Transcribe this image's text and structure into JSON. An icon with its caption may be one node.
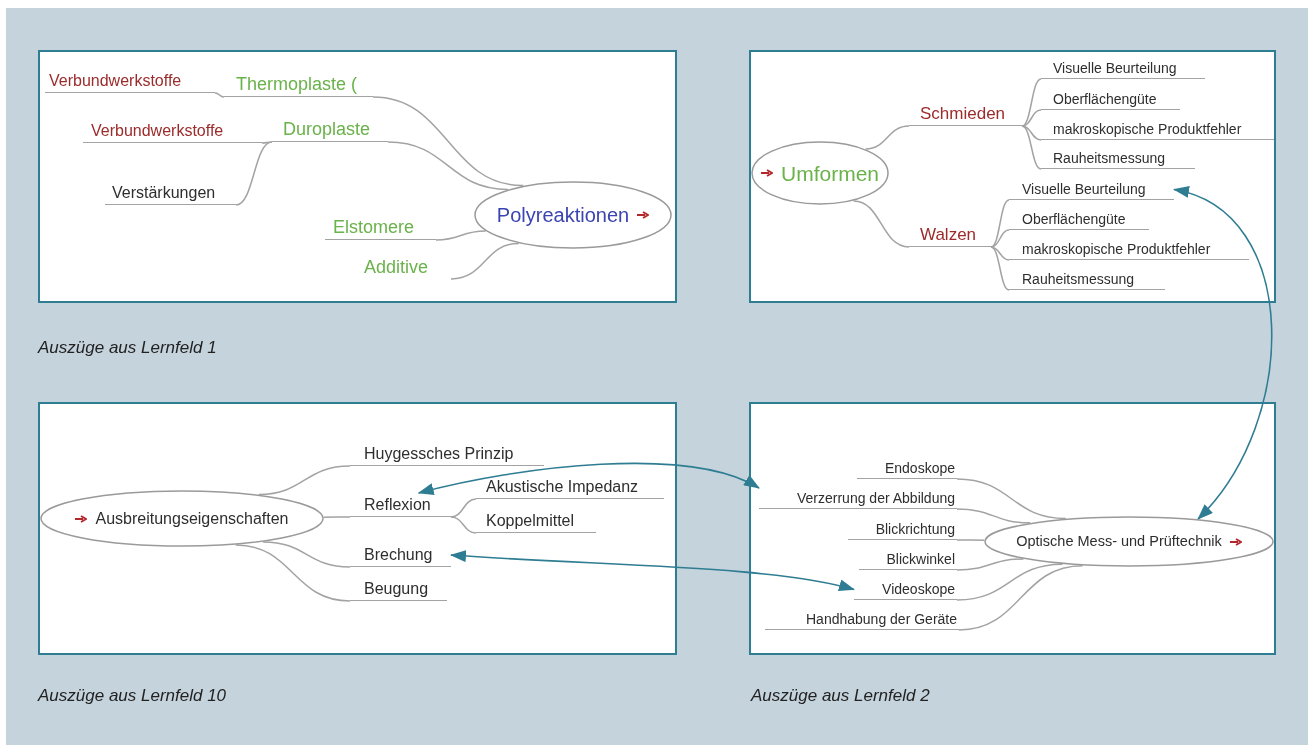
{
  "diagram": {
    "nodes": [
      {
        "text": [],
        "shape": "box",
        "beside": [
          "Auszüge aus Lernfeld 1"
        ]
      },
      {
        "text": [
          "Verbundwerkstoffe"
        ],
        "in": 0
      },
      {
        "text": [
          "Thermoplaste ("
        ],
        "in": 0
      },
      {
        "text": [
          "Verbundwerkstoffe"
        ],
        "in": 0
      },
      {
        "text": [
          "Duroplaste"
        ],
        "in": 0
      },
      {
        "text": [
          "Verstärkungen"
        ],
        "in": 0
      },
      {
        "text": [
          "Polyreaktionen"
        ],
        "in": 0
      },
      {
        "text": [
          "Elstomere"
        ],
        "in": 0
      },
      {
        "text": [
          "Additive"
        ],
        "in": 0
      },
      {
        "text": [],
        "shape": "box"
      },
      {
        "text": [
          "Umformen"
        ],
        "in": 9
      },
      {
        "text": [
          "Schmieden"
        ],
        "in": 9
      },
      {
        "text": [
          "Visuelle Beurteilung"
        ],
        "in": 9
      },
      {
        "text": [
          "Oberflächengüte"
        ],
        "in": 9
      },
      {
        "text": [
          "makroskopische Produktfehler"
        ],
        "in": 9
      },
      {
        "text": [
          "Rauheitsmessung"
        ],
        "in": 9
      },
      {
        "text": [
          "Walzen"
        ],
        "in": 9
      },
      {
        "text": [
          "Visuelle Beurteilung"
        ],
        "in": 9
      },
      {
        "text": [
          "Oberflächengüte"
        ],
        "in": 9
      },
      {
        "text": [
          "makroskopische Produktfehler"
        ],
        "in": 9
      },
      {
        "text": [
          "Rauheitsmessung"
        ],
        "in": 9
      },
      {
        "text": [],
        "shape": "box",
        "beside": [
          "Auszüge aus Lernfeld 10"
        ]
      },
      {
        "text": [
          "Ausbreitungseigenschaften"
        ],
        "in": 21
      },
      {
        "text": [
          "Huygessches Prinzip"
        ],
        "in": 21
      },
      {
        "text": [
          "Reflexion"
        ],
        "in": 21
      },
      {
        "text": [
          "Akustische Impedanz"
        ],
        "in": 21
      },
      {
        "text": [
          "Koppelmittel"
        ],
        "in": 21
      },
      {
        "text": [
          "Brechung"
        ],
        "in": 21
      },
      {
        "text": [
          "Beugung"
        ],
        "in": 21
      },
      {
        "text": [],
        "shape": "box",
        "beside": [
          "Auszüge aus Lernfeld 2"
        ]
      },
      {
        "text": [
          "Endoskope"
        ],
        "in": 29
      },
      {
        "text": [
          "Verzerrung der Abbildung"
        ],
        "in": 29
      },
      {
        "text": [
          "Blickrichtung"
        ],
        "in": 29
      },
      {
        "text": [
          "Blickwinkel"
        ],
        "in": 29
      },
      {
        "text": [
          "Videoskope"
        ],
        "in": 29
      },
      {
        "text": [
          "Handhabung der Geräte"
        ],
        "in": 29
      },
      {
        "text": [
          "Optische Mess- und Prüftechnik"
        ],
        "in": 29
      }
    ],
    "edges": [
      {
        "from": 6,
        "to": 2,
        "arrow": "none"
      },
      {
        "from": 2,
        "to": 1,
        "arrow": "none"
      },
      {
        "from": 6,
        "to": 4,
        "arrow": "none"
      },
      {
        "from": 4,
        "to": 3,
        "arrow": "none"
      },
      {
        "from": 4,
        "to": 5,
        "arrow": "none"
      },
      {
        "from": 6,
        "to": 7,
        "arrow": "none"
      },
      {
        "from": 6,
        "to": 8,
        "arrow": "none"
      },
      {
        "from": 10,
        "to": 11,
        "arrow": "none"
      },
      {
        "from": 11,
        "to": 12,
        "arrow": "none"
      },
      {
        "from": 11,
        "to": 13,
        "arrow": "none"
      },
      {
        "from": 11,
        "to": 14,
        "arrow": "none"
      },
      {
        "from": 11,
        "to": 15,
        "arrow": "none"
      },
      {
        "from": 10,
        "to": 16,
        "arrow": "none"
      },
      {
        "from": 16,
        "to": 17,
        "arrow": "none"
      },
      {
        "from": 16,
        "to": 18,
        "arrow": "none"
      },
      {
        "from": 16,
        "to": 19,
        "arrow": "none"
      },
      {
        "from": 16,
        "to": 20,
        "arrow": "none"
      },
      {
        "from": 22,
        "to": 23,
        "arrow": "none"
      },
      {
        "from": 22,
        "to": 24,
        "arrow": "none"
      },
      {
        "from": 24,
        "to": 25,
        "arrow": "none"
      },
      {
        "from": 24,
        "to": 26,
        "arrow": "none"
      },
      {
        "from": 22,
        "to": 27,
        "arrow": "none"
      },
      {
        "from": 22,
        "to": 28,
        "arrow": "none"
      },
      {
        "from": 36,
        "to": 30,
        "arrow": "none"
      },
      {
        "from": 36,
        "to": 31,
        "arrow": "none"
      },
      {
        "from": 36,
        "to": 32,
        "arrow": "none"
      },
      {
        "from": 36,
        "to": 33,
        "arrow": "none"
      },
      {
        "from": 36,
        "to": 34,
        "arrow": "none"
      },
      {
        "from": 36,
        "to": 35,
        "arrow": "none"
      },
      {
        "from": 17,
        "to": 36,
        "arrow": "both",
        "color": "#2f7d93"
      },
      {
        "from": 24,
        "to": 31,
        "arrow": "both",
        "color": "#2f7d93"
      },
      {
        "from": 27,
        "to": 34,
        "arrow": "both",
        "color": "#2f7d93"
      }
    ]
  }
}
